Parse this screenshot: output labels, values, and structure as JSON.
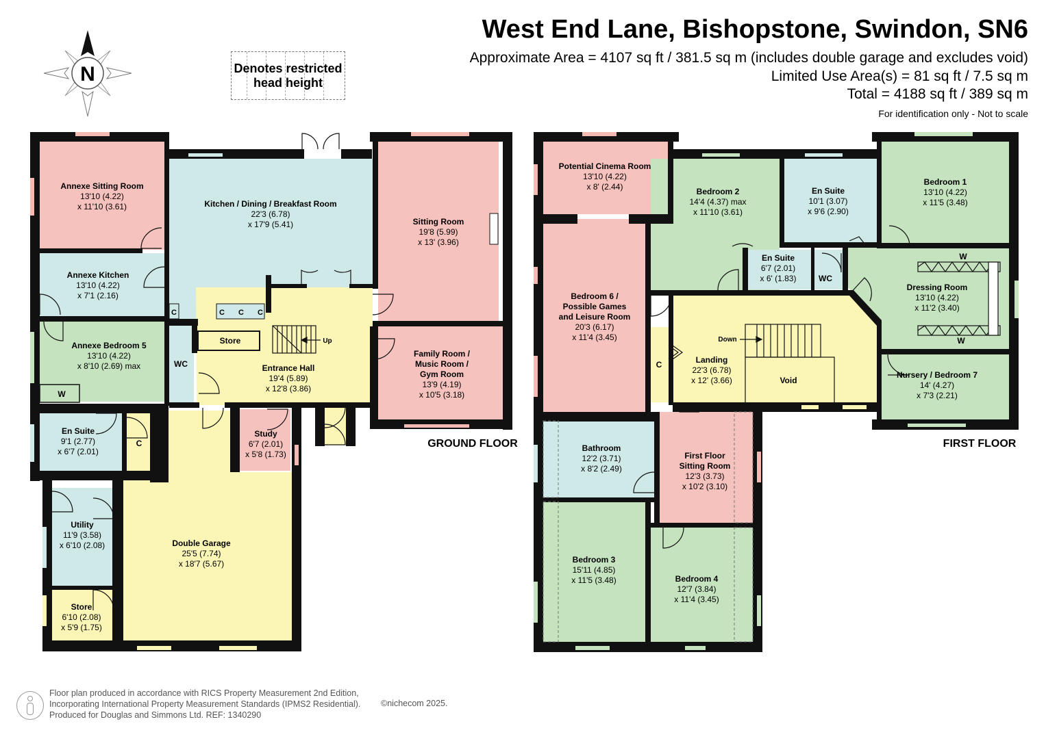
{
  "header": {
    "title": "West End Lane, Bishopstone, Swindon, SN6",
    "area_line": "Approximate Area = 4107 sq ft / 381.5 sq m (includes double garage and excludes void)",
    "limited_line": "Limited Use Area(s) = 81 sq ft / 7.5 sq m",
    "total_line": "Total = 4188 sq ft / 389 sq m",
    "identification": "For identification only - Not to scale"
  },
  "compass": {
    "letter": "N"
  },
  "legend": {
    "restricted_line1": "Denotes restricted",
    "restricted_line2": "head height"
  },
  "colors": {
    "wall": "#111111",
    "pink": "#f6c2bd",
    "blue": "#cfe9e8",
    "yellow": "#fbf6b6",
    "green": "#c5e3bf",
    "window": "#f4b9b3"
  },
  "ground": {
    "label": "GROUND FLOOR",
    "rooms": [
      {
        "name": "Annexe Sitting Room",
        "dim1": "13'10 (4.22)",
        "dim2": "x 11'10 (3.61)"
      },
      {
        "name": "Kitchen / Dining / Breakfast Room",
        "dim1": "22'3 (6.78)",
        "dim2": "x 17'9 (5.41)"
      },
      {
        "name": "Sitting Room",
        "dim1": "19'8 (5.99)",
        "dim2": "x 13' (3.96)"
      },
      {
        "name": "Annexe Kitchen",
        "dim1": "13'10 (4.22)",
        "dim2": "x 7'1 (2.16)"
      },
      {
        "name": "Annexe Bedroom 5",
        "dim1": "13'10 (4.22)",
        "dim2": "x 8'10 (2.69) max"
      },
      {
        "name": "Family Room / Music Room / Gym Room",
        "line1": "Family Room /",
        "line2": "Music Room /",
        "line3": "Gym Room",
        "dim1": "13'9 (4.19)",
        "dim2": "x 10'5 (3.18)"
      },
      {
        "name": "Entrance Hall",
        "dim1": "19'4 (5.89)",
        "dim2": "x 12'8 (3.86)"
      },
      {
        "name": "En Suite",
        "dim1": "9'1 (2.77)",
        "dim2": "x 6'7 (2.01)"
      },
      {
        "name": "Study",
        "dim1": "6'7 (2.01)",
        "dim2": "x 5'8 (1.73)"
      },
      {
        "name": "Utility",
        "dim1": "11'9 (3.58)",
        "dim2": "x 6'10 (2.08)"
      },
      {
        "name": "Double Garage",
        "dim1": "25'5 (7.74)",
        "dim2": "x 18'7 (5.67)"
      },
      {
        "name": "Store",
        "dim1": "6'10 (2.08)",
        "dim2": "x 5'9 (1.75)"
      }
    ],
    "small": {
      "store": "Store",
      "wc": "WC",
      "w": "W",
      "c": "C",
      "up": "Up"
    }
  },
  "first": {
    "label": "FIRST FLOOR",
    "rooms": [
      {
        "name": "Potential Cinema Room",
        "dim1": "13'10 (4.22)",
        "dim2": "x 8' (2.44)"
      },
      {
        "name": "Bedroom 2",
        "dim1": "14'4 (4.37) max",
        "dim2": "x 11'10 (3.61)"
      },
      {
        "name": "En Suite",
        "dim1": "10'1 (3.07)",
        "dim2": "x 9'6 (2.90)"
      },
      {
        "name": "Bedroom 1",
        "dim1": "13'10 (4.22)",
        "dim2": "x 11'5 (3.48)"
      },
      {
        "name": "En Suite",
        "dim1": "6'7 (2.01)",
        "dim2": "x 6' (1.83)"
      },
      {
        "name": "Dressing Room",
        "dim1": "13'10 (4.22)",
        "dim2": "x 11'2 (3.40)"
      },
      {
        "name": "Bedroom 6 / Possible Games and Leisure Room",
        "line1": "Bedroom 6 /",
        "line2": "Possible Games",
        "line3": "and Leisure Room",
        "dim1": "20'3 (6.17)",
        "dim2": "x 11'4 (3.45)"
      },
      {
        "name": "Landing",
        "dim1": "22'3 (6.78)",
        "dim2": "x 12' (3.66)"
      },
      {
        "name": "Nursery / Bedroom 7",
        "dim1": "14' (4.27)",
        "dim2": "x 7'3 (2.21)"
      },
      {
        "name": "Bathroom",
        "dim1": "12'2 (3.71)",
        "dim2": "x 8'2 (2.49)"
      },
      {
        "name": "First Floor Sitting Room",
        "line1": "First Floor",
        "line2": "Sitting Room",
        "dim1": "12'3 (3.73)",
        "dim2": "x 10'2 (3.10)"
      },
      {
        "name": "Bedroom 3",
        "dim1": "15'11 (4.85)",
        "dim2": "x 11'5 (3.48)"
      },
      {
        "name": "Bedroom 4",
        "dim1": "12'7 (3.84)",
        "dim2": "x 11'4 (3.45)"
      }
    ],
    "small": {
      "wc": "WC",
      "w": "W",
      "c": "C",
      "down": "Down",
      "void": "Void"
    }
  },
  "footer": {
    "line1": "Floor plan produced in accordance with RICS Property Measurement 2nd Edition,",
    "line2": "Incorporating International Property Measurement Standards (IPMS2 Residential).",
    "line3": "Produced for Douglas and Simmons Ltd.   REF:  1340290",
    "copyright": "©nichecom 2025."
  }
}
